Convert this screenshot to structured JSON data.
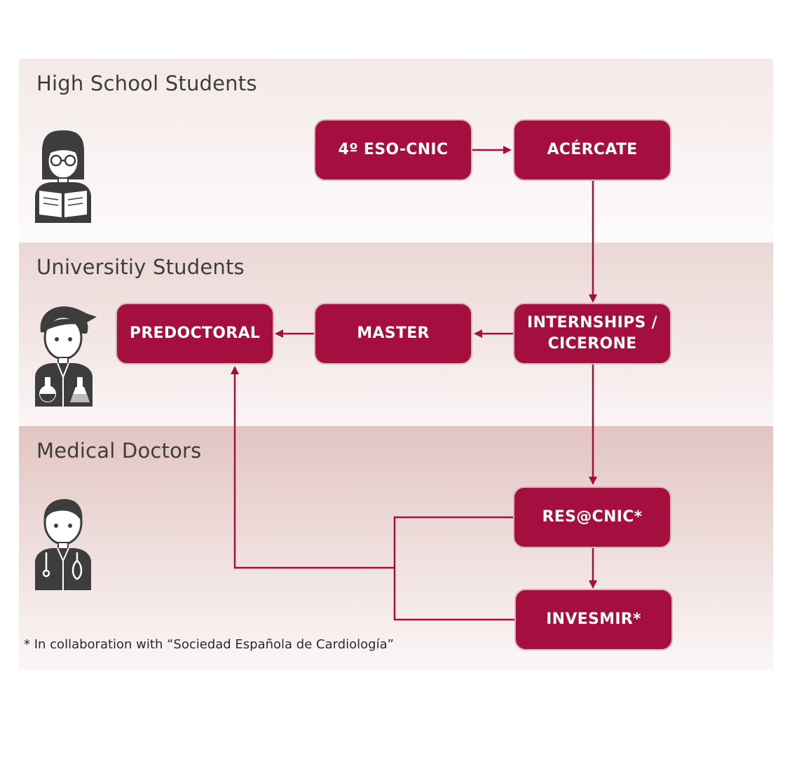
{
  "colors": {
    "node_fill": "#a50f3f",
    "node_border": "#d7b4b9",
    "arrow": "#a50f3f",
    "icon": "#3d3d3d"
  },
  "bands": [
    {
      "title": "High School Students",
      "icon": "reading-student-icon"
    },
    {
      "title": "Universitiy Students",
      "icon": "lab-student-icon"
    },
    {
      "title": "Medical Doctors",
      "icon": "doctor-icon"
    }
  ],
  "nodes": {
    "eso_cnic": "4º ESO-CNIC",
    "acercate": "ACÉRCATE",
    "internships": "INTERNSHIPS / CICERONE",
    "master": "MASTER",
    "predoctoral": "PREDOCTORAL",
    "rescnic": "RES@CNIC*",
    "invesmir": "INVESMIR*"
  },
  "footnote": "* In collaboration with “Sociedad Española de Cardiología”"
}
